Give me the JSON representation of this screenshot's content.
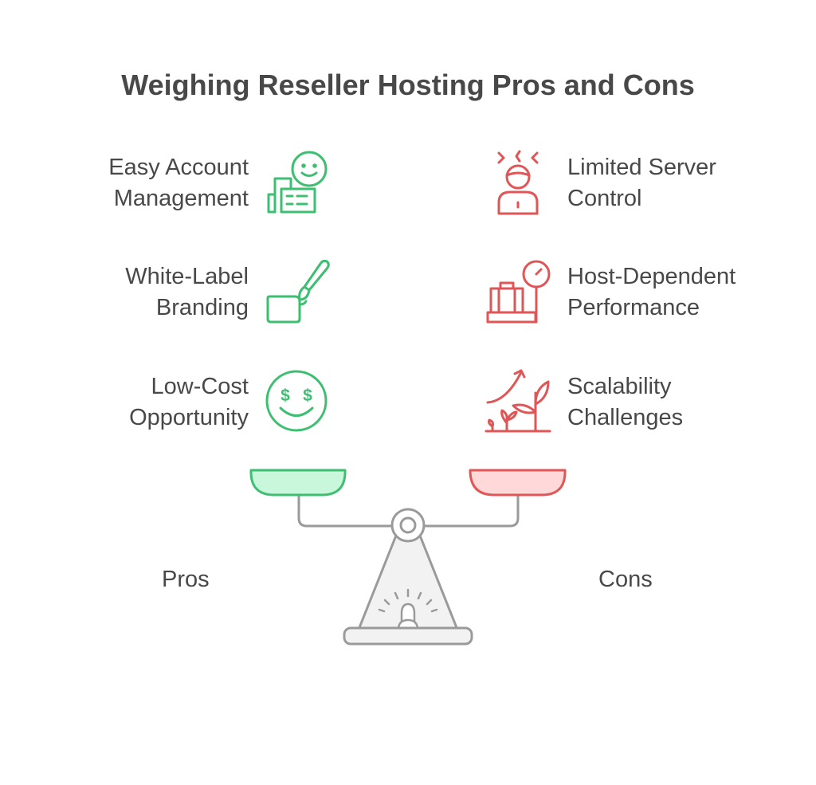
{
  "title": "Weighing Reseller Hosting Pros and Cons",
  "pros": {
    "label": "Pros",
    "items": [
      {
        "line1": "Easy Account",
        "line2": "Management",
        "icon": "happy-building-icon"
      },
      {
        "line1": "White-Label",
        "line2": "Branding",
        "icon": "paintbrush-hand-icon"
      },
      {
        "line1": "Low-Cost",
        "line2": "Opportunity",
        "icon": "money-eyes-smiley-icon"
      }
    ]
  },
  "cons": {
    "label": "Cons",
    "items": [
      {
        "line1": "Limited Server",
        "line2": "Control",
        "icon": "stressed-person-icon"
      },
      {
        "line1": "Host-Dependent",
        "line2": "Performance",
        "icon": "luggage-scale-icon"
      },
      {
        "line1": "Scalability",
        "line2": "Challenges",
        "icon": "growing-plants-icon"
      }
    ]
  },
  "colors": {
    "pro": "#3dbe70",
    "pro_fill": "#c8f7dc",
    "con": "#e05555",
    "con_fill": "#ffd9d9",
    "scale": "#9a9a9a",
    "scale_fill": "#f2f2f2",
    "text": "#484848"
  }
}
